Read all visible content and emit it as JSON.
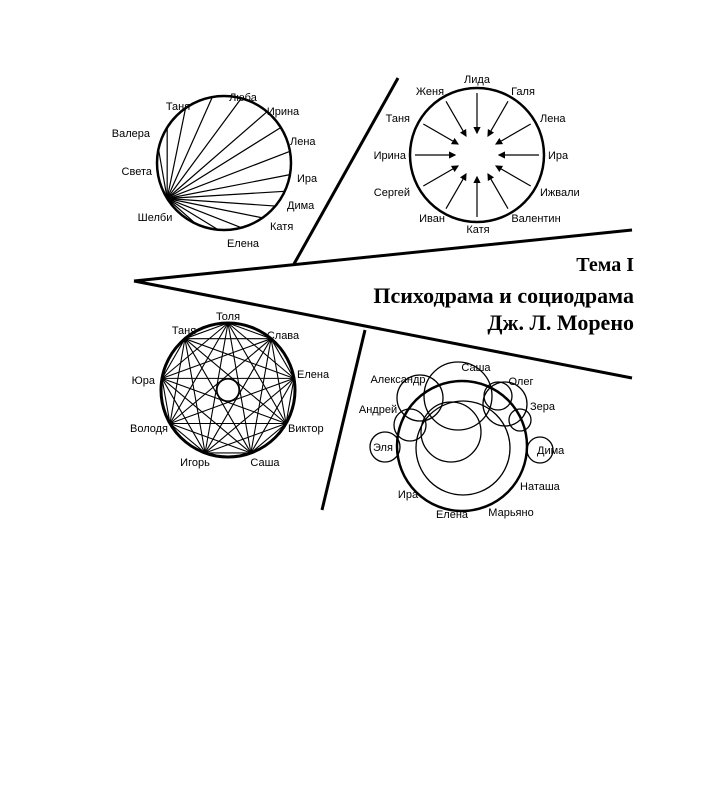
{
  "title": {
    "line1": "Тема I",
    "line2": "Психодрама и социодрама",
    "line3": "Дж. Л. Морено"
  },
  "diagrams": {
    "star_from_one": {
      "center": "Шелби",
      "names": [
        "Таня",
        "Люба",
        "Ирина",
        "Валера",
        "Лена",
        "Света",
        "Ира",
        "Шелби",
        "Дима",
        "Катя",
        "Елена"
      ]
    },
    "arrows_inward": {
      "names": [
        "Женя",
        "Лида",
        "Галя",
        "Таня",
        "Лена",
        "Ирина",
        "Ира",
        "Сергей",
        "Ижвали",
        "Иван",
        "Катя",
        "Валентин"
      ]
    },
    "complete_graph": {
      "names": [
        "Толя",
        "Таня",
        "Слава",
        "Юра",
        "Елена",
        "Володя",
        "Виктор",
        "Игорь",
        "Саша"
      ]
    },
    "overlapping_circles": {
      "names": [
        "Александр",
        "Саша",
        "Олег",
        "Андрей",
        "Зера",
        "Эля",
        "Дима",
        "Ира",
        "Наташа",
        "Елена",
        "Марьяно"
      ]
    }
  }
}
